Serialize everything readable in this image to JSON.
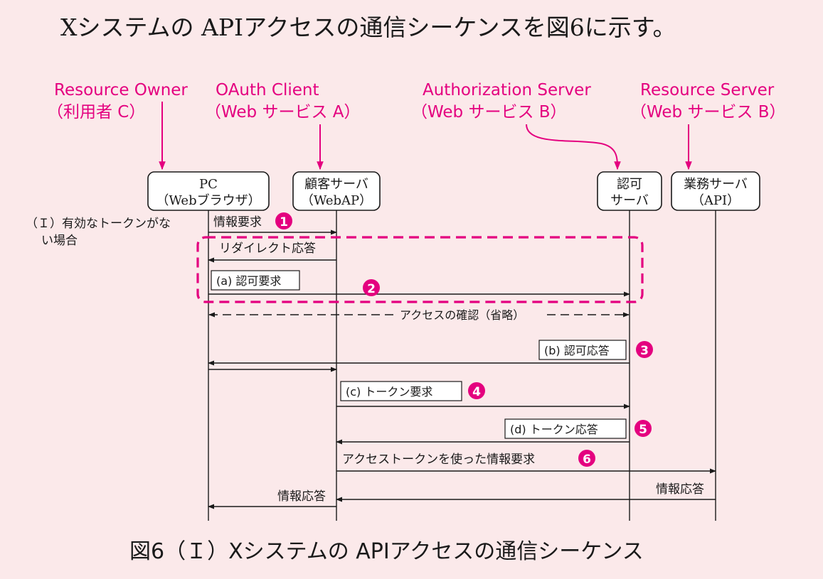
{
  "heading": "Xシステムの APIアクセスの通信シーケンスを図6に示す。",
  "colors": {
    "accent": "#e4007f",
    "ink": "#1a1a1a",
    "background": "#fbe9ea",
    "box_fill": "#ffffff"
  },
  "roles": [
    {
      "name": "Resource Owner",
      "sub": "（利用者 C）"
    },
    {
      "name": "OAuth Client",
      "sub": "（Web サービス A）"
    },
    {
      "name": "Authorization Server",
      "sub": "（Web サービス B）"
    },
    {
      "name": "Resource Server",
      "sub": "（Web サービス B）"
    }
  ],
  "participants": [
    {
      "line1": "PC",
      "line2": "（Webブラウザ）"
    },
    {
      "line1": "顧客サーバ",
      "line2": "（WebAP）"
    },
    {
      "line1": "認可",
      "line2": "サーバ"
    },
    {
      "line1": "業務サーバ",
      "line2": "（API）"
    }
  ],
  "case_label": {
    "line1": "（Ｉ）有効なトークンがな",
    "line2": "い場合"
  },
  "messages": {
    "info_request": "情報要求",
    "redirect_response": "リダイレクト応答",
    "auth_request": "(a) 認可要求",
    "access_confirm": "アクセスの確認（省略）",
    "auth_response": "(b) 認可応答",
    "token_request": "(c) トークン要求",
    "token_response": "(d) トークン応答",
    "access_token_request": "アクセストークンを使った情報要求",
    "info_response_api": "情報応答",
    "info_response_pc": "情報応答"
  },
  "steps": [
    "1",
    "2",
    "3",
    "4",
    "5",
    "6"
  ],
  "caption": "図6（Ｉ）Xシステムの APIアクセスの通信シーケンス"
}
